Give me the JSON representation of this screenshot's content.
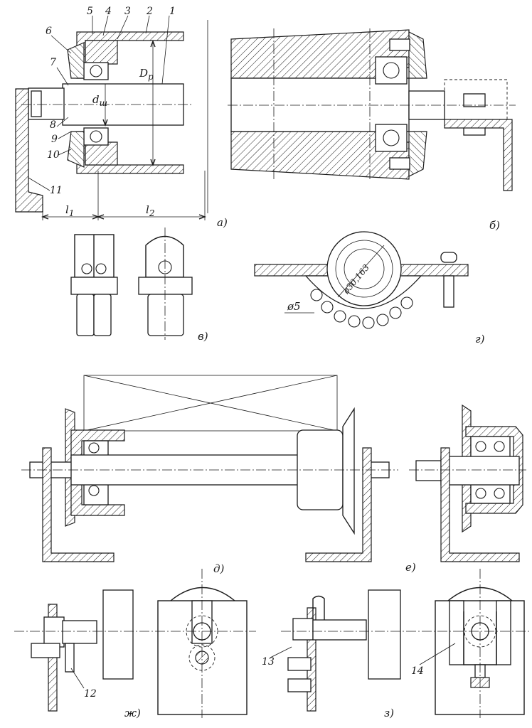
{
  "figure": {
    "panels": {
      "a": {
        "label": "а)"
      },
      "b": {
        "label": "б)"
      },
      "v": {
        "label": "в)"
      },
      "g": {
        "label": "г)"
      },
      "d": {
        "label": "д)"
      },
      "e": {
        "label": "е)"
      },
      "zh": {
        "label": "ж)"
      },
      "z": {
        "label": "з)"
      }
    },
    "callouts": [
      "1",
      "2",
      "3",
      "4",
      "5",
      "6",
      "7",
      "8",
      "9",
      "10",
      "11",
      "12",
      "13",
      "14"
    ],
    "dimensions": {
      "dp": "D",
      "dp_sub": "p",
      "d": "d",
      "d_sub": "ш",
      "l1": "l",
      "l1_sub": "1",
      "l2": "l",
      "l2_sub": "2",
      "ball_dia": "ø30,163",
      "small_ball": "ø5"
    }
  }
}
